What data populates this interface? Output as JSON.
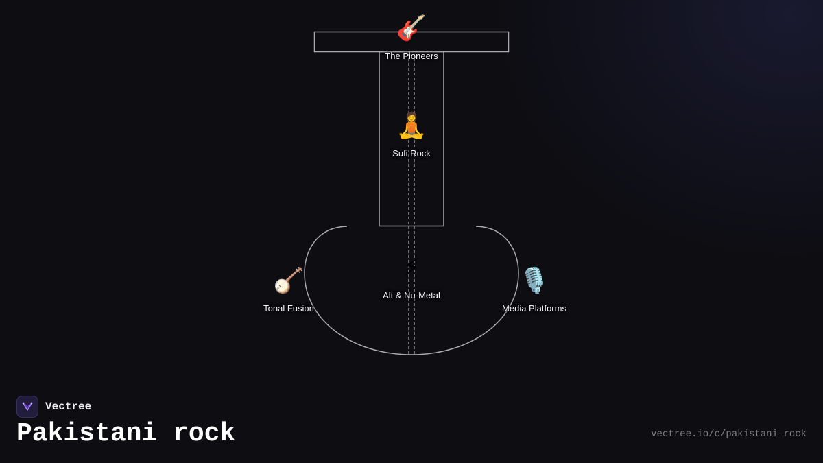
{
  "diagram": {
    "outline_color": "#a9a9ae",
    "nodes": [
      {
        "id": "pioneers",
        "label": "The Pioneers",
        "icon": "guitar-icon",
        "glyph": "🎸"
      },
      {
        "id": "sufi",
        "label": "Sufi Rock",
        "icon": "meditating-person-icon",
        "glyph": "🧘"
      },
      {
        "id": "altnu",
        "label": "Alt & Nu-Metal",
        "icon": "lightning-bolt-icon",
        "glyph": "⚡"
      },
      {
        "id": "tonal",
        "label": "Tonal Fusion",
        "icon": "banjo-icon",
        "glyph": "🪕"
      },
      {
        "id": "media",
        "label": "Media Platforms",
        "icon": "microphone-icon",
        "glyph": "🎙️"
      }
    ]
  },
  "footer": {
    "brand_name": "Vectree",
    "title": "Pakistani rock",
    "url": "vectree.io/c/pakistani-rock"
  },
  "colors": {
    "background": "#0d0d12",
    "accent": "#8b5cf6"
  }
}
